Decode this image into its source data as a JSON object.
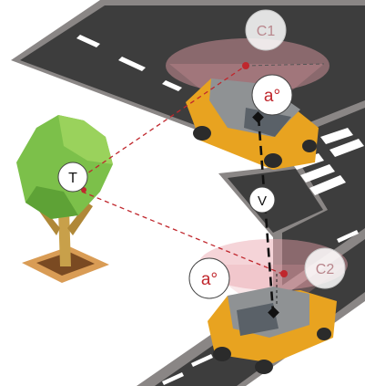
{
  "labels": {
    "c1": "C1",
    "c2": "C2",
    "angle_top": "a°",
    "angle_bottom": "a°",
    "v": "V",
    "t": "T"
  },
  "colors": {
    "road": "#3d3d3d",
    "sidewalk": "#8a8685",
    "lane_marking": "#ffffff",
    "camera_cone": "#e8a0a8",
    "camera_dot": "#c0272d",
    "sight_line": "#c0272d",
    "car_body": "#e8a320",
    "car_grey": "#8f9294",
    "tree_leaves": "#7cc04a",
    "tree_trunk": "#c8a04a",
    "planter": "#d99c55"
  },
  "icons": [
    "car-icon",
    "tree-icon",
    "camera-cone-icon"
  ]
}
